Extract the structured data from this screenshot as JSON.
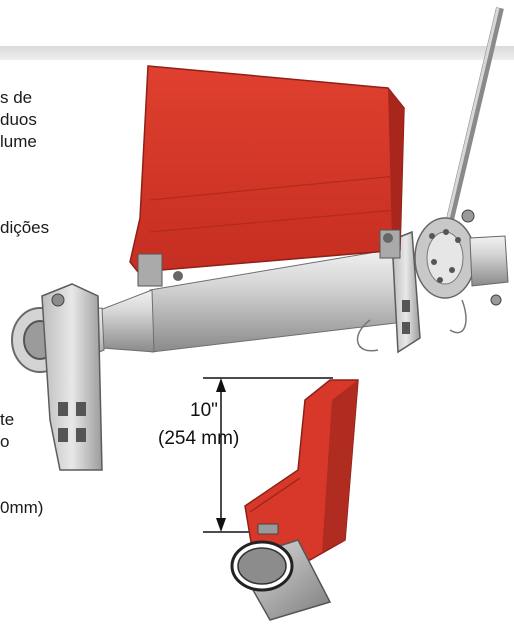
{
  "text_fragments": [
    "s de",
    "duos",
    "lume",
    "dições",
    "te",
    "o",
    "0mm)"
  ],
  "dimension": {
    "imperial": "10\"",
    "metric": "(254 mm)"
  },
  "colors": {
    "blade_red": "#d8382a",
    "blade_red_dark": "#a8261c",
    "steel": "#c9c9c9",
    "band": "#e3e3e3"
  }
}
